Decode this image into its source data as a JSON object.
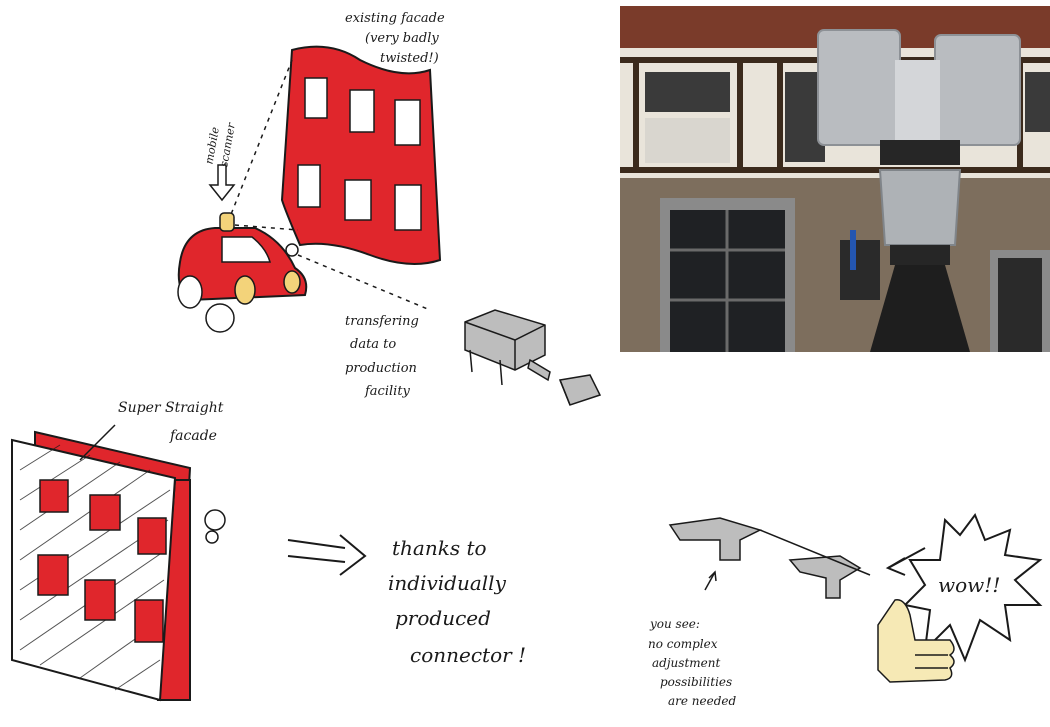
{
  "annotations": {
    "existing_facade": [
      "existing facade",
      "(very badly",
      "twisted!)"
    ],
    "mobile_scanner": [
      "mobile",
      "scanner"
    ],
    "transferring": [
      "transfering",
      "data to",
      "production",
      "facility"
    ],
    "super_straight": [
      "Super Straight",
      "facade"
    ],
    "thanks": [
      "thanks to",
      "individually",
      "produced",
      "connector !"
    ],
    "you_see": [
      "you see:",
      "no complex",
      "adjustment",
      "possibilities",
      "are needed"
    ],
    "wow": "wow!!"
  },
  "colors": {
    "red": "#e0262c",
    "ink": "#1a1a1a",
    "grey_metal": "#bdbdbd"
  }
}
